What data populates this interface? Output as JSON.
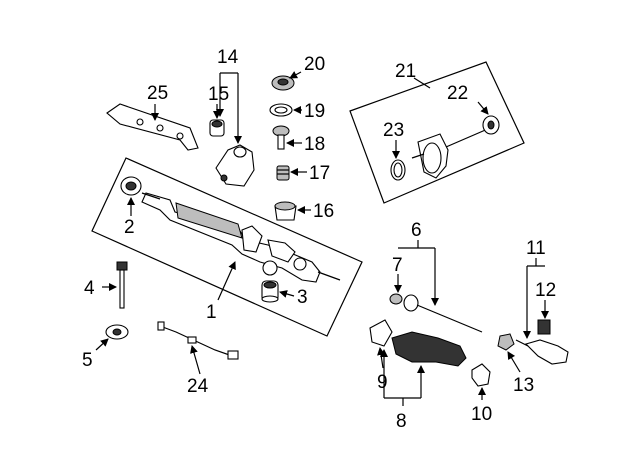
{
  "labels": {
    "n1": "1",
    "n2": "2",
    "n3": "3",
    "n4": "4",
    "n5": "5",
    "n6": "6",
    "n7": "7",
    "n8": "8",
    "n9": "9",
    "n10": "10",
    "n11": "11",
    "n12": "12",
    "n13": "13",
    "n14": "14",
    "n15": "15",
    "n16": "16",
    "n17": "17",
    "n18": "18",
    "n19": "19",
    "n20": "20",
    "n21": "21",
    "n22": "22",
    "n23": "23",
    "n24": "24",
    "n25": "25"
  }
}
